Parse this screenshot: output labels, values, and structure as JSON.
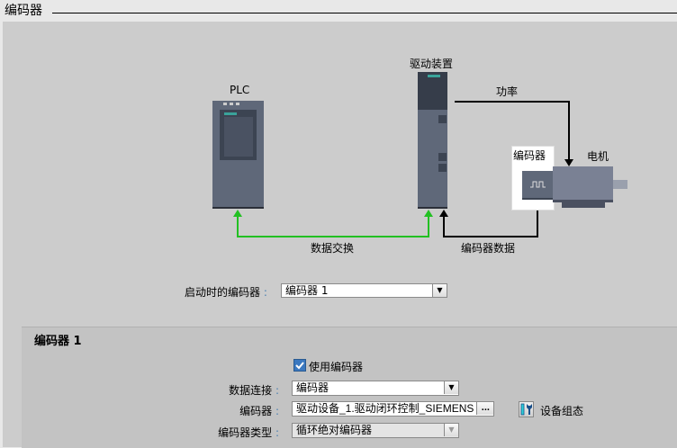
{
  "header": {
    "title": "编码器"
  },
  "diagram": {
    "plc_label": "PLC",
    "drive_label": "驱动装置",
    "power_label": "功率",
    "encoder_label": "编码器",
    "motor_label": "电机",
    "data_exchange_label": "数据交换",
    "encoder_data_label": "编码器数据",
    "colors": {
      "data_exchange": "#22c022",
      "encoder_data": "#000000",
      "device": "#5f6879"
    }
  },
  "startup": {
    "label": "启动时的编码器",
    "value": "编码器 1"
  },
  "section": {
    "title": "编码器 1",
    "use_encoder": {
      "label": "使用编码器",
      "checked": true
    },
    "data_connection": {
      "label": "数据连接",
      "value": "编码器"
    },
    "encoder": {
      "label": "编码器",
      "value": "驱动设备_1.驱动闭环控制_SIEMENS",
      "browse": "..."
    },
    "encoder_type": {
      "label": "编码器类型",
      "value": "循环绝对编码器"
    },
    "device_config": {
      "label": "设备组态"
    }
  }
}
